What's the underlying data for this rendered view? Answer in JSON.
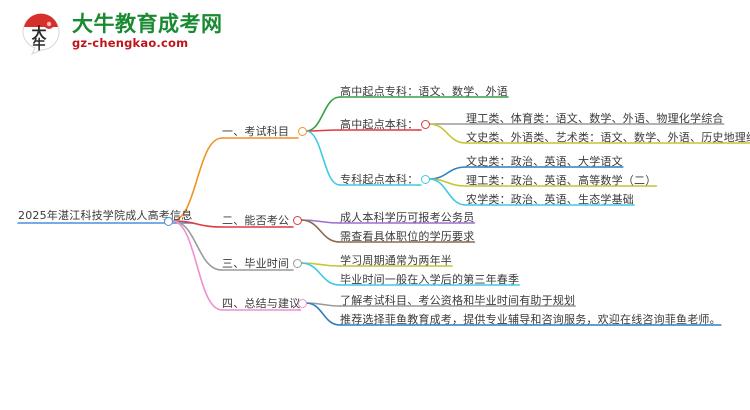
{
  "header": {
    "logo_title": "大牛教育成考网",
    "logo_sub": "gz-chengkao.com",
    "logo_mark_char": "大牛",
    "brand_green": "#1a8a32",
    "brand_red": "#c0141a"
  },
  "mindmap": {
    "root": {
      "label": "2025年湛江科技学院成人高考信息",
      "color": "#4a90d9"
    },
    "branches": [
      {
        "label": "一、考试科目",
        "color": "#f29227",
        "children": [
          {
            "label": "高中起点专科：语文、数学、外语",
            "color": "#3aa048",
            "children": []
          },
          {
            "label": "高中起点本科：",
            "color": "#e0393e",
            "children": [
              {
                "label": "理工类、体育类：语文、数学、外语、物理化学综合",
                "color": "#9a9a9a"
              },
              {
                "label": "文史类、外语类、艺术类：语文、数学、外语、历史地理综合",
                "color": "#c6c431"
              }
            ]
          },
          {
            "label": "专科起点本科：",
            "color": "#3ec8e8",
            "children": [
              {
                "label": "文史类：政治、英语、大学语文",
                "color": "#2e7fc4"
              },
              {
                "label": "理工类：政治、英语、高等数学（二）",
                "color": "#c6c431"
              },
              {
                "label": "农学类：政治、英语、生态学基础",
                "color": "#3ec8e8"
              }
            ]
          }
        ]
      },
      {
        "label": "二、能否考公",
        "color": "#e0393e",
        "children": [
          {
            "label": "成人本科学历可报考公务员",
            "color": "#9b6fd0",
            "children": []
          },
          {
            "label": "需查看具体职位的学历要求",
            "color": "#8a6a50",
            "children": []
          }
        ]
      },
      {
        "label": "三、毕业时间",
        "color": "#9a9a9a",
        "children": [
          {
            "label": "学习周期通常为两年半",
            "color": "#c6c431",
            "children": []
          },
          {
            "label": "毕业时间一般在入学后的第三年春季",
            "color": "#3ec8e8",
            "children": []
          }
        ]
      },
      {
        "label": "四、总结与建议",
        "color": "#ef8fd0",
        "children": [
          {
            "label": "了解考试科目、考公资格和毕业时间有助于规划",
            "color": "#9a9a9a",
            "children": []
          },
          {
            "label": "推荐选择菲鱼教育成考，提供专业辅导和咨询服务，欢迎在线咨询菲鱼老师。",
            "color": "#2e7fc4",
            "children": []
          }
        ]
      }
    ]
  }
}
